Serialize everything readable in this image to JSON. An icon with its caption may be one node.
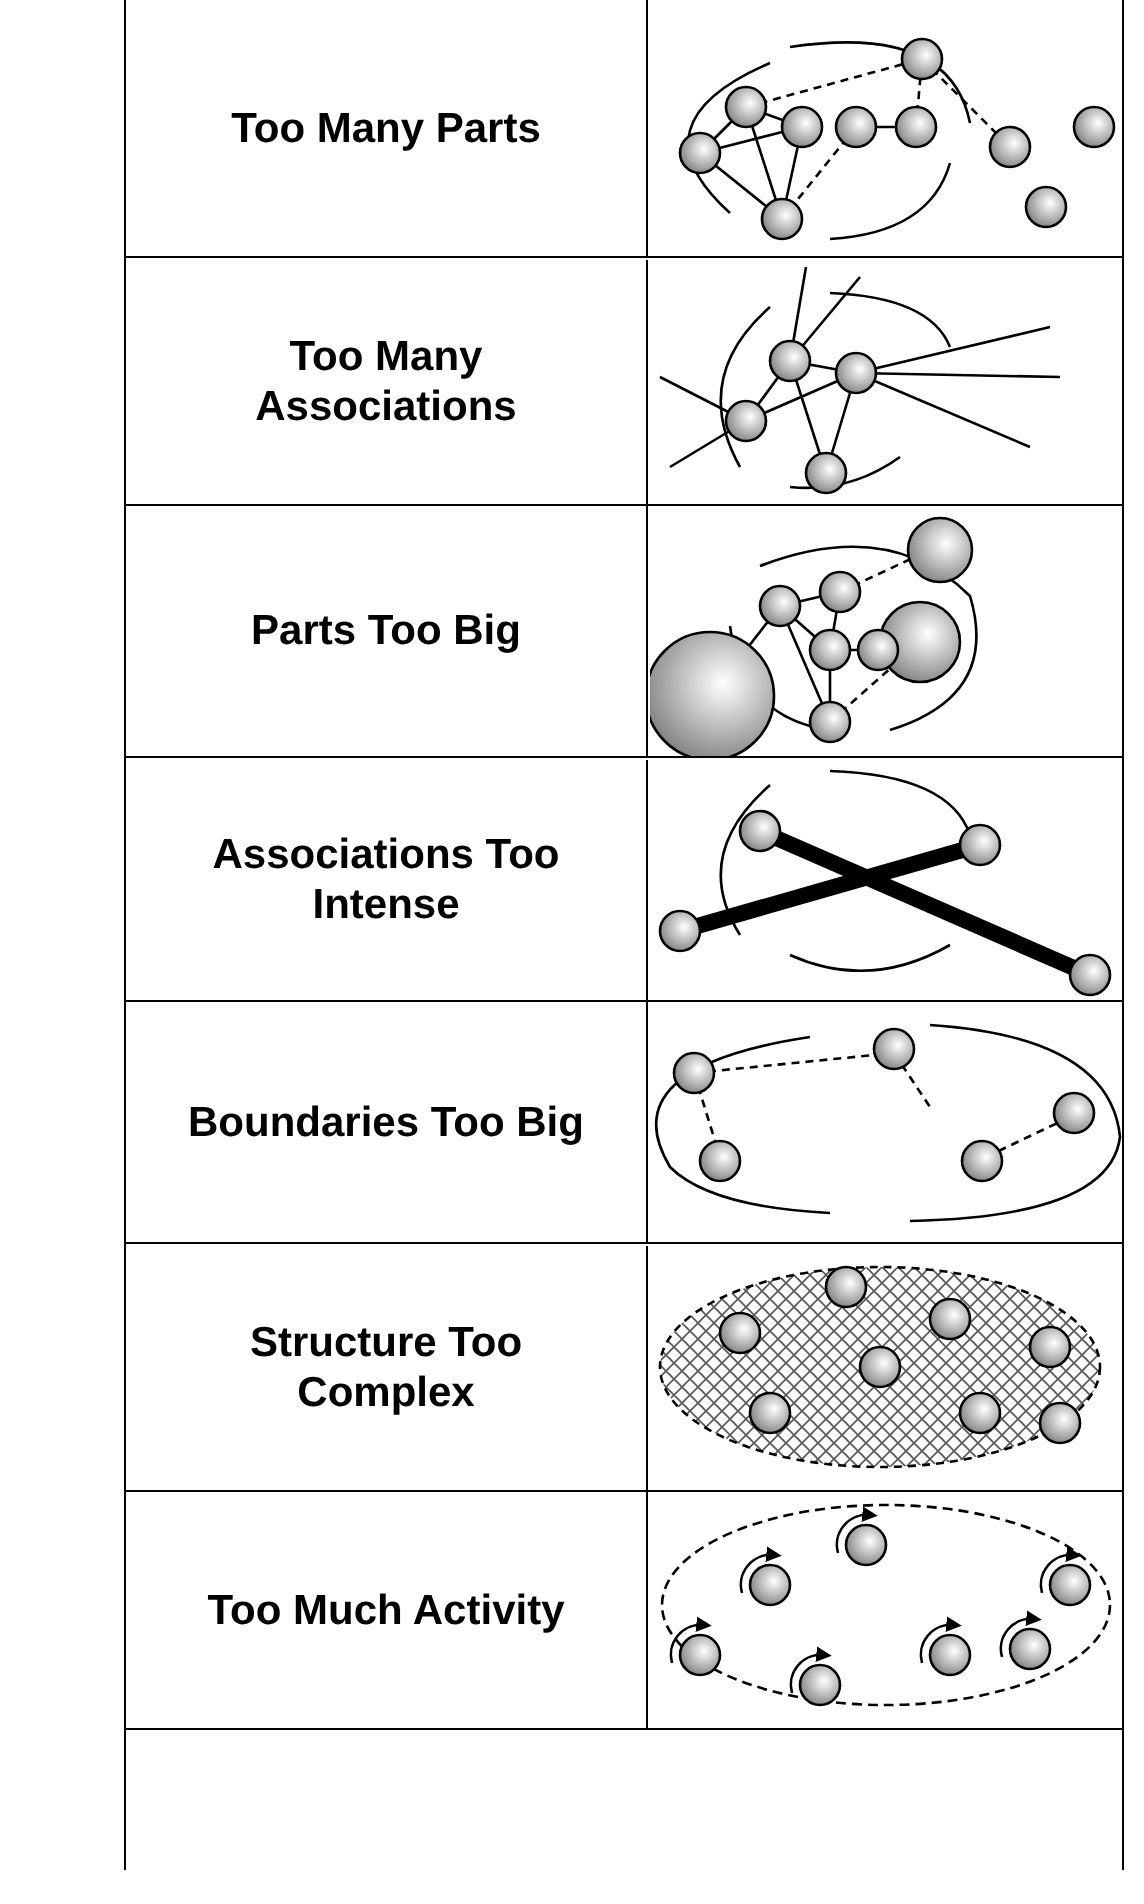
{
  "diagram": {
    "labels": [
      "Too Many Parts",
      "Too Many Associations",
      "Parts Too Big",
      "Associations Too Intense",
      "Boundaries Too Big",
      "Structure Too Complex",
      "Too Much Activity"
    ]
  }
}
